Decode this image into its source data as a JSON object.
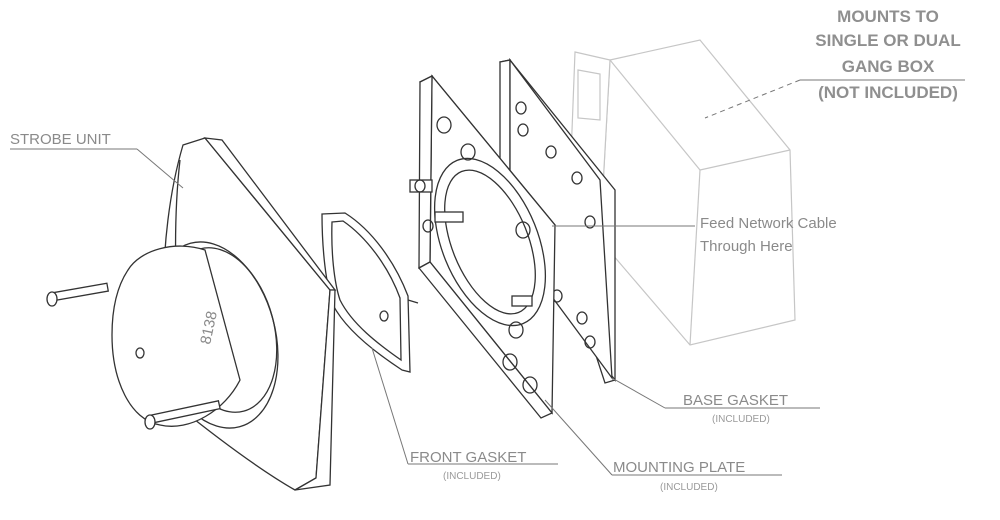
{
  "labels": {
    "strobe_unit": "STROBE UNIT",
    "mounts_to_line1": "MOUNTS TO",
    "mounts_to_line2": "SINGLE OR DUAL",
    "mounts_to_line3": "GANG BOX",
    "mounts_to_line4": "(NOT INCLUDED)",
    "feed_line1": "Feed Network Cable",
    "feed_line2": "Through Here",
    "base_gasket": "BASE GASKET",
    "base_gasket_note": "(INCLUDED)",
    "front_gasket": "FRONT GASKET",
    "front_gasket_note": "(INCLUDED)",
    "mounting_plate": "MOUNTING PLATE",
    "mounting_plate_note": "(INCLUDED)",
    "model_number": "8138"
  }
}
